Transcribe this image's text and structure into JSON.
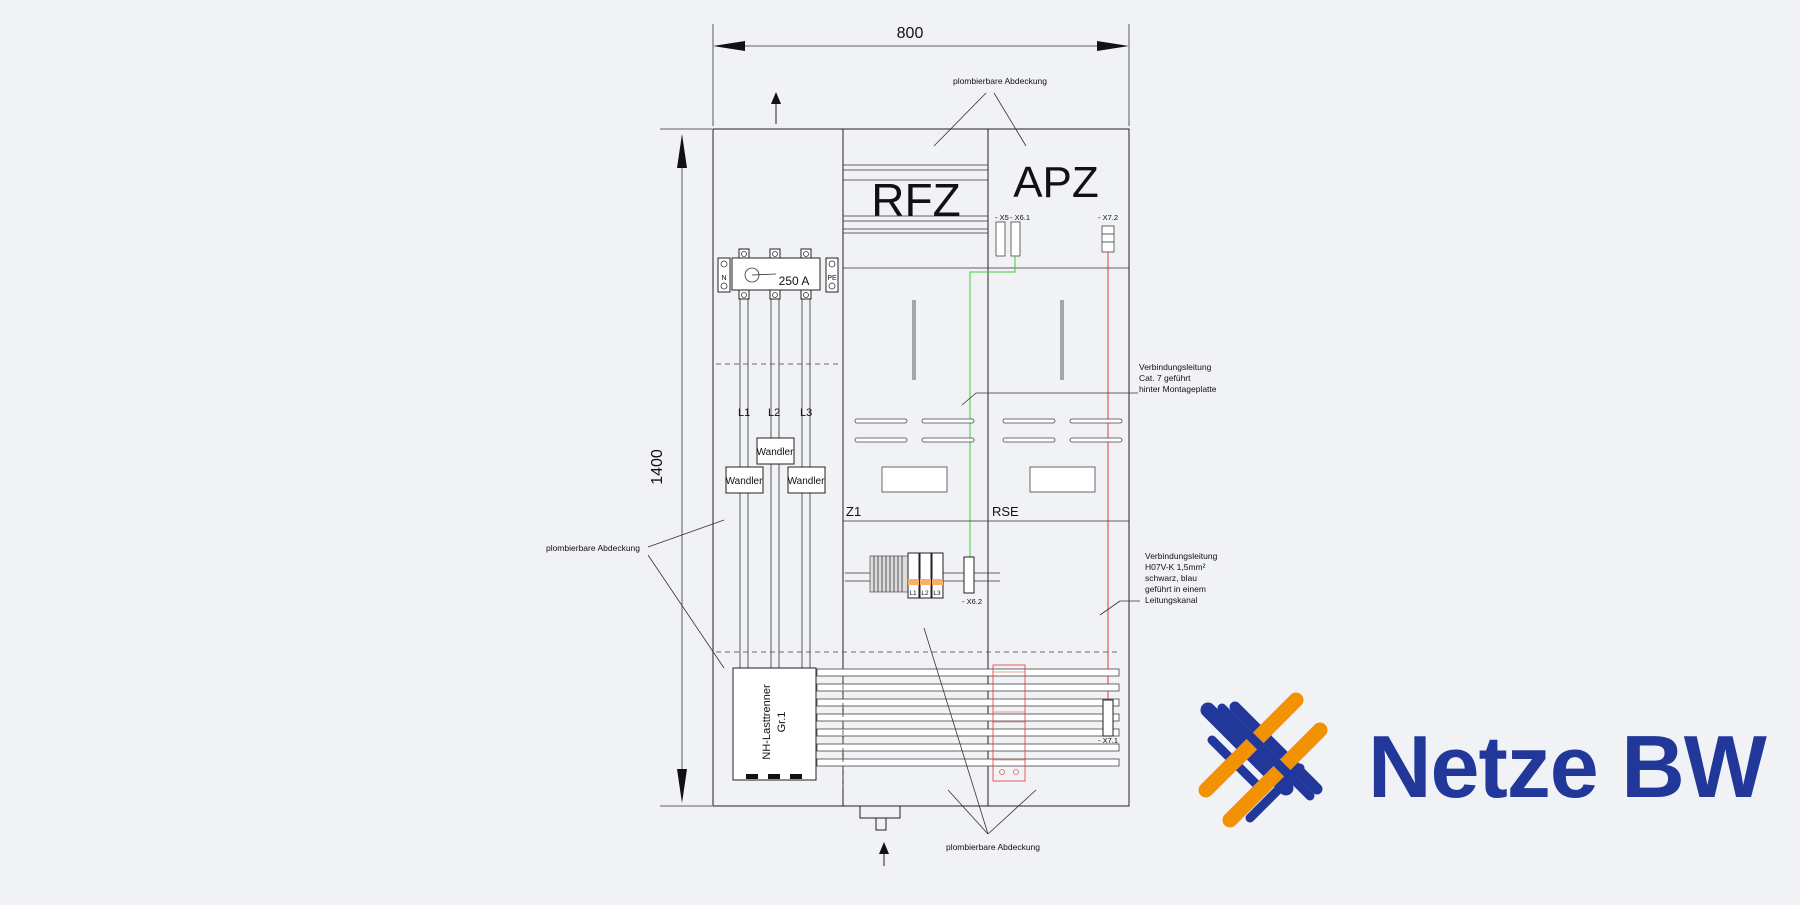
{
  "dimensions": {
    "width": "800",
    "height": "1400"
  },
  "sections": {
    "rfz": "RFZ",
    "apz": "APZ",
    "z1": "Z1",
    "rse": "RSE"
  },
  "disconnector": {
    "rating": "250 A",
    "n_label": "N",
    "pe_label": "PE"
  },
  "phases": [
    "L1",
    "L2",
    "L3"
  ],
  "transformers": {
    "left": "Wandler",
    "center": "Wandler",
    "right": "Wandler"
  },
  "fuse_terminals": [
    "L1",
    "L2",
    "L3"
  ],
  "switch_label_line1": "NH-Lasttrenner",
  "switch_label_line2": "Gr.1",
  "terminals": {
    "x5": "- X5",
    "x6_1": "- X6.1",
    "x7_2": "- X7.2",
    "x6_2": "- X6.2",
    "x7_1": "- X7.1"
  },
  "annotations": {
    "cover_top": "plombierbare Abdeckung",
    "cover_left": "plombierbare Abdeckung",
    "cover_bottom": "plombierbare Abdeckung",
    "cat7": [
      "Verbindungsleitung",
      "Cat. 7 geführt",
      "hinter Montageplatte"
    ],
    "h07vk": [
      "Verbindungsleitung",
      "H07V-K 1,5mm²",
      "schwarz, blau",
      "geführt in einem",
      "Leitungskanal"
    ]
  },
  "logo": {
    "name": "Netze BW",
    "colors": {
      "blue": "#21389a",
      "orange": "#f39200"
    }
  }
}
